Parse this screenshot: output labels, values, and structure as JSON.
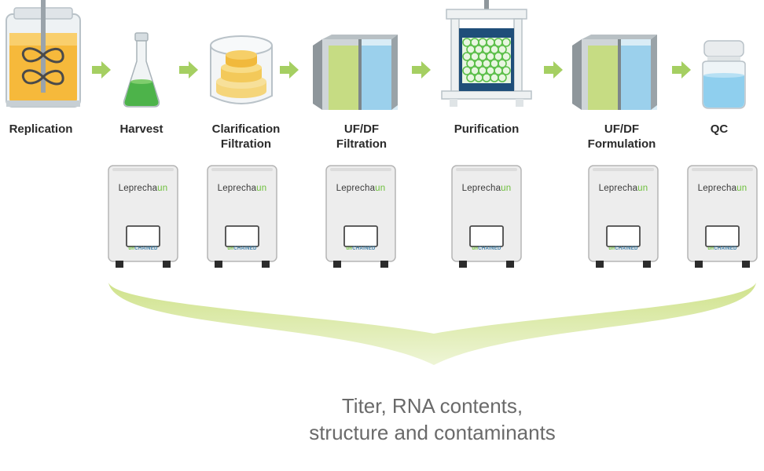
{
  "steps": [
    {
      "label": [
        "Replication"
      ],
      "icon": "bioreactor-icon"
    },
    {
      "label": [
        "Harvest"
      ],
      "icon": "flask-icon"
    },
    {
      "label": [
        "Clarification",
        "Filtration"
      ],
      "icon": "clarification-filter-icon"
    },
    {
      "label": [
        "UF/DF",
        "Filtration"
      ],
      "icon": "membrane-filter-icon"
    },
    {
      "label": [
        "Purification"
      ],
      "icon": "chromatography-press-icon"
    },
    {
      "label": [
        "UF/DF",
        "Formulation"
      ],
      "icon": "membrane-filter-icon"
    },
    {
      "label": [
        "QC"
      ],
      "icon": "vial-icon"
    }
  ],
  "device": {
    "brand_main": "Leprecha",
    "brand_accent": "un",
    "logo_accent": "un",
    "logo_main": "CHAINED"
  },
  "result": {
    "line1": "Titer, RNA contents,",
    "line2": "structure and contaminants"
  },
  "colors": {
    "arrow_green": "#a5cf62",
    "swoosh_green": "#d8e89a",
    "device_body": "#ededed",
    "accent_green": "#6cbf3a",
    "label_text": "#2b2b2b",
    "result_text": "#6a6a6a"
  }
}
